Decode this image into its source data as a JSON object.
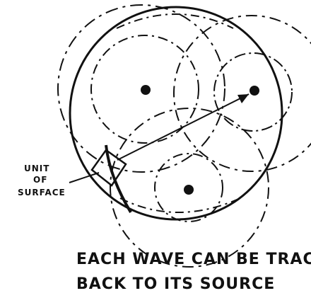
{
  "figure": {
    "label_lines": [
      "UNIT",
      "OF",
      "SURFACE"
    ],
    "caption_lines": [
      "EACH WAVE CAN BE TRACED",
      "BACK TO ITS SOURCE"
    ]
  },
  "colors": {
    "ink": "#111111",
    "background": "#ffffff"
  }
}
